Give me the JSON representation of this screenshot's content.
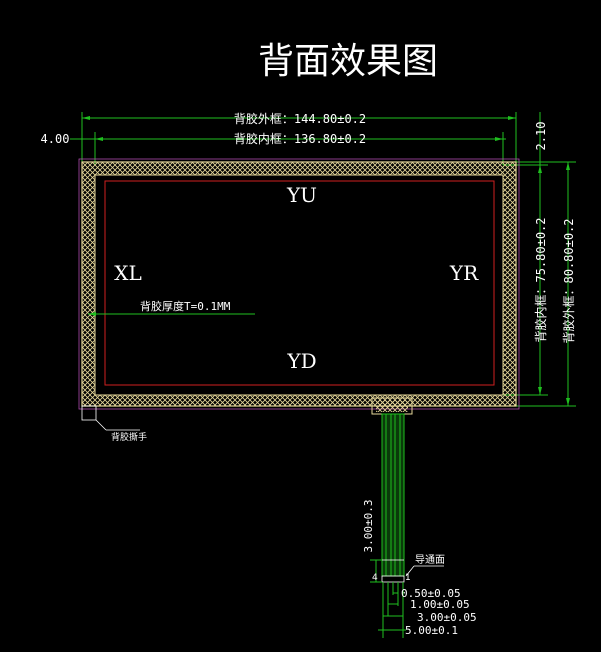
{
  "title": "背面效果图",
  "dimensions": {
    "outer_width": "背胶外框：144.80±0.2",
    "inner_width": "背胶内框：136.80±0.2",
    "left_offset": "4.00",
    "top_offset": "2.10",
    "inner_height": "背胶内框：75.80±0.2",
    "outer_height": "背胶外框：80.80±0.2",
    "thickness": "背胶厚度T=0.1MM",
    "tail_length": "3.00±0.3",
    "pitch": "0.50±0.05",
    "pad_width": "1.00±0.05",
    "pad_span": "3.00±0.05",
    "tail_width": "5.00±0.1"
  },
  "labels": {
    "yu": "YU",
    "yd": "YD",
    "xl": "XL",
    "yr": "YR",
    "tab": "背胶撕手",
    "conductive_side": "导通面",
    "pin1": "1",
    "pin4": "4"
  },
  "colors": {
    "dimension_lines": "#1fbf1f",
    "adhesive_hatch": "#e6d89a",
    "active_area": "#d02020",
    "outline": "#b04ab0",
    "background": "#000000"
  }
}
